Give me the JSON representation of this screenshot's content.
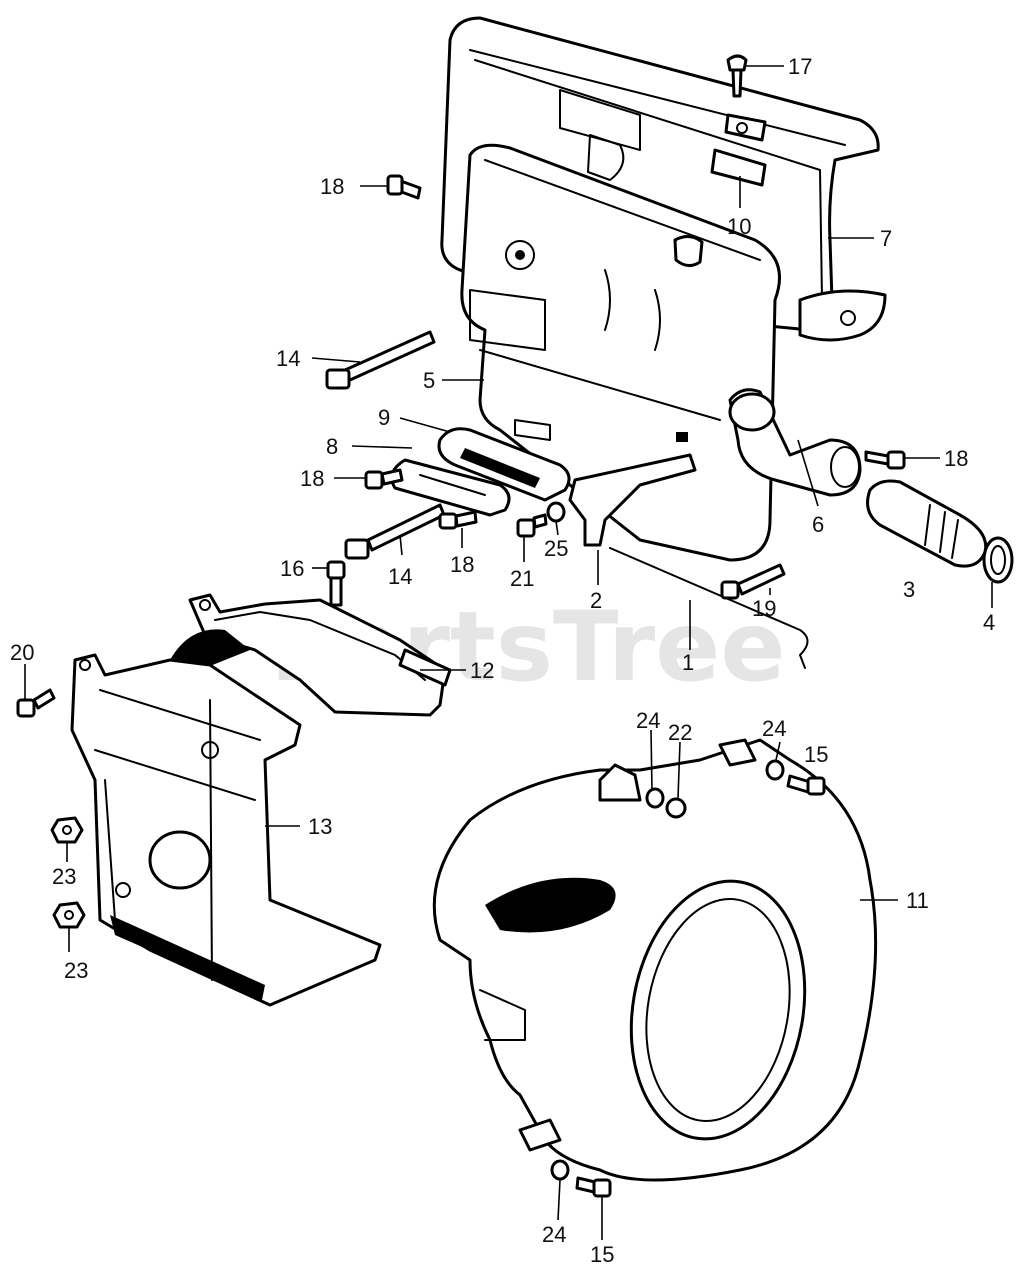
{
  "watermark": "PartsTree",
  "callouts": [
    {
      "id": "c17",
      "label": "17"
    },
    {
      "id": "c18a",
      "label": "18"
    },
    {
      "id": "c10",
      "label": "10"
    },
    {
      "id": "c7",
      "label": "7"
    },
    {
      "id": "c14a",
      "label": "14"
    },
    {
      "id": "c5",
      "label": "5"
    },
    {
      "id": "c9",
      "label": "9"
    },
    {
      "id": "c8",
      "label": "8"
    },
    {
      "id": "c18b",
      "label": "18"
    },
    {
      "id": "c18c",
      "label": "18"
    },
    {
      "id": "c6",
      "label": "6"
    },
    {
      "id": "c14b",
      "label": "14"
    },
    {
      "id": "c18d",
      "label": "18"
    },
    {
      "id": "c21",
      "label": "21"
    },
    {
      "id": "c25",
      "label": "25"
    },
    {
      "id": "c16",
      "label": "16"
    },
    {
      "id": "c2",
      "label": "2"
    },
    {
      "id": "c19",
      "label": "19"
    },
    {
      "id": "c3",
      "label": "3"
    },
    {
      "id": "c4",
      "label": "4"
    },
    {
      "id": "c1",
      "label": "1"
    },
    {
      "id": "c20",
      "label": "20"
    },
    {
      "id": "c12",
      "label": "12"
    },
    {
      "id": "c24a",
      "label": "24"
    },
    {
      "id": "c22",
      "label": "22"
    },
    {
      "id": "c24b",
      "label": "24"
    },
    {
      "id": "c15a",
      "label": "15"
    },
    {
      "id": "c13",
      "label": "13"
    },
    {
      "id": "c23a",
      "label": "23"
    },
    {
      "id": "c11",
      "label": "11"
    },
    {
      "id": "c23b",
      "label": "23"
    },
    {
      "id": "c24c",
      "label": "24"
    },
    {
      "id": "c15b",
      "label": "15"
    }
  ]
}
